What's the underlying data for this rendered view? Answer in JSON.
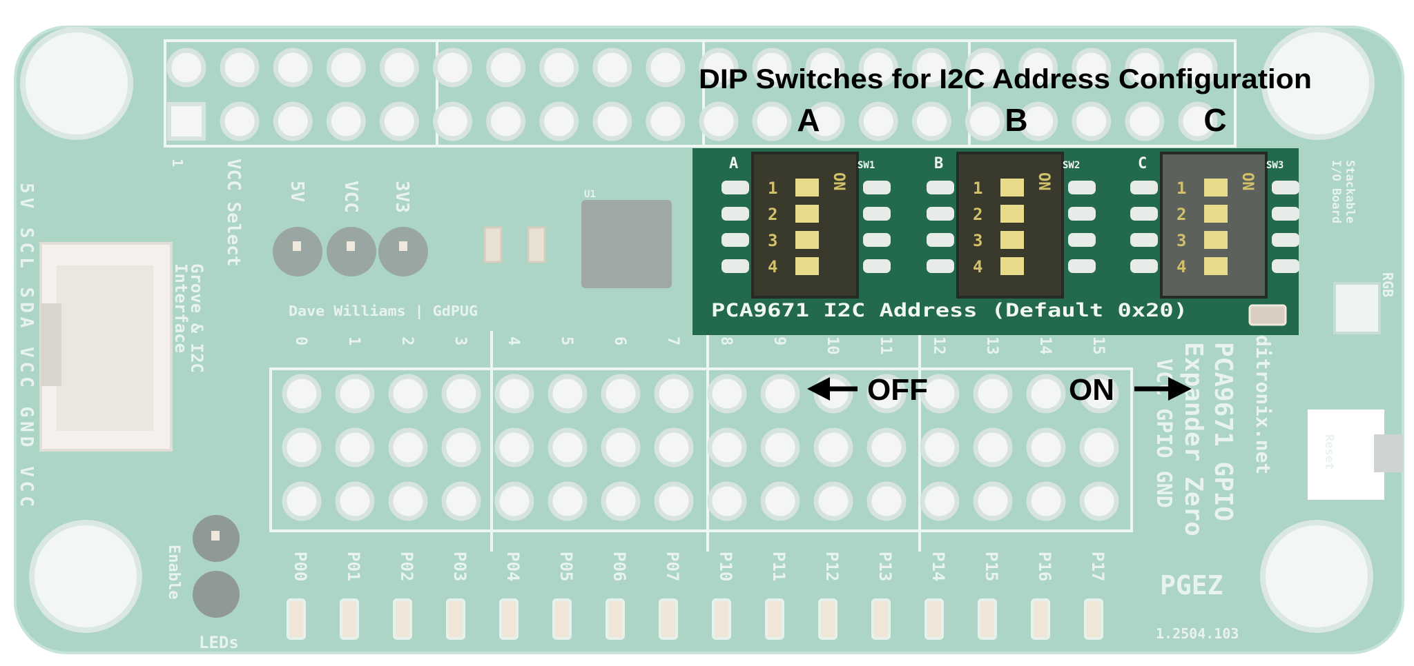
{
  "annotation": {
    "title": "DIP Switches for I2C Address Configuration",
    "switch_labels": [
      "A",
      "B",
      "C"
    ],
    "off_label": "OFF",
    "on_label": "ON"
  },
  "dip_switches": [
    {
      "ref": "A",
      "designator": "SW1"
    },
    {
      "ref": "B",
      "designator": "SW2"
    },
    {
      "ref": "C",
      "designator": "SW3"
    }
  ],
  "dip_positions": [
    "1",
    "2",
    "3",
    "4"
  ],
  "dip_on_marker": "ON",
  "silkscreen": {
    "address_note": "PCA9671 I2C Address (Default 0x20)",
    "product_line1": "PCA9671 GPIO",
    "product_line2": "Expander Zero",
    "rail_labels": "VCC GPIO GND",
    "website": "ditronix.net",
    "model": "PGEZ",
    "version": "1.2504.103",
    "stackable": [
      "Stackable",
      "I/O Board"
    ],
    "rgb": "RGB",
    "reset": "Reset",
    "vcc_select": "VCC Select",
    "jumper_labels": [
      "5V",
      "VCC",
      "3V3"
    ],
    "author": "Dave Williams | GdPUG",
    "grove_line1": "Grove & I2C",
    "grove_line2": "Interface",
    "edge_labels": "5V   SCL SDA VCC GND   VCC",
    "enable": "Enable",
    "leds": "LEDs",
    "pin1": "1",
    "chip": "U1"
  },
  "pin_numbers": [
    "0",
    "1",
    "2",
    "3",
    "4",
    "5",
    "6",
    "7",
    "8",
    "9",
    "10",
    "11",
    "12",
    "13",
    "14",
    "15"
  ],
  "port_labels": [
    "P00",
    "P01",
    "P02",
    "P03",
    "P04",
    "P05",
    "P06",
    "P07",
    "P10",
    "P11",
    "P12",
    "P13",
    "P14",
    "P15",
    "P16",
    "P17"
  ],
  "colors": {
    "board": "#acd5c5",
    "highlight": "#22694d",
    "switch_actuator": "#e8dc8a"
  }
}
